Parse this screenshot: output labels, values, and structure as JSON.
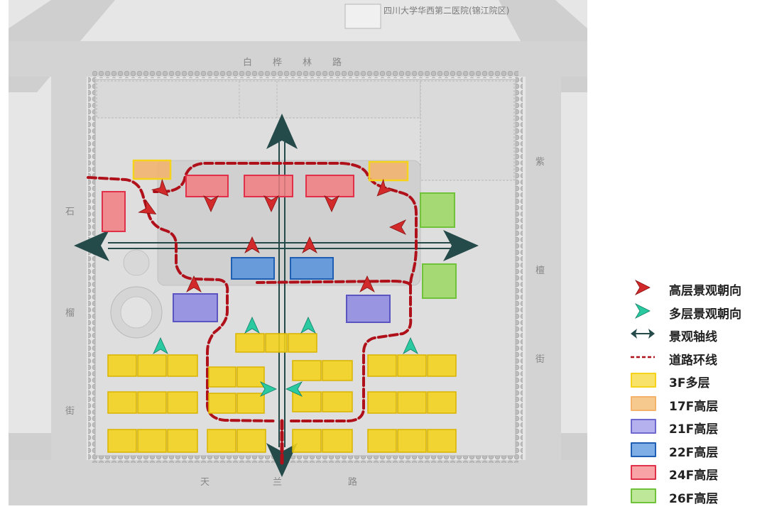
{
  "plan": {
    "hospital_label": "四川大学华西第二医院(锦江院区)",
    "road_north_chars": [
      "白",
      "桦",
      "林",
      "路"
    ],
    "road_south_chars": [
      "天",
      "兰",
      "路"
    ],
    "road_west_chars": [
      "石",
      "榴",
      "街"
    ],
    "road_east_chars": [
      "紫",
      "檀",
      "街"
    ]
  },
  "colors": {
    "f3": "#f4d31a",
    "f17": "#f4b26a",
    "f21": "#8d88e2",
    "f22": "#3b7fd1",
    "f24": "#f27e82",
    "f26": "#9ad860",
    "highrise_arrow": "#d22a2a",
    "midrise_arrow": "#2ac9a0",
    "axis": "#254a4a",
    "loop": "#b0101a"
  },
  "legend": {
    "items": [
      {
        "label": "高层景观朝向",
        "symbol": "red-chevron-icon"
      },
      {
        "label": "多层景观朝向",
        "symbol": "teal-chevron-icon"
      },
      {
        "label": "景观轴线",
        "symbol": "double-arrow-icon"
      },
      {
        "label": "道路环线",
        "symbol": "dashed-line-icon"
      },
      {
        "label": "3F多层",
        "color": "#f4d31a"
      },
      {
        "label": "17F高层",
        "color": "#f4b26a"
      },
      {
        "label": "21F高层",
        "color": "#8d88e2"
      },
      {
        "label": "22F高层",
        "color": "#3b7fd1"
      },
      {
        "label": "24F高层",
        "color": "#f27e82"
      },
      {
        "label": "26F高层",
        "color": "#9ad860"
      }
    ]
  }
}
